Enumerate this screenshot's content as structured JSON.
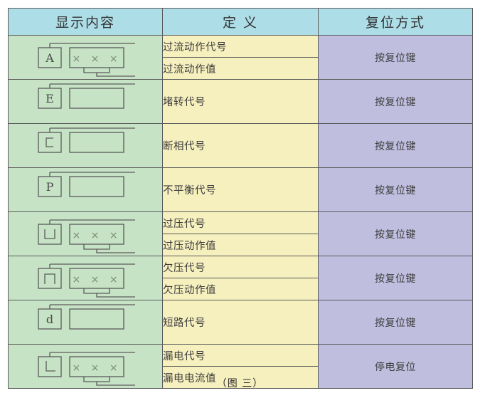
{
  "table": {
    "headers": [
      "显示内容",
      "定 义",
      "复位方式"
    ],
    "rows": [
      {
        "display": {
          "code_char": "A",
          "has_value_box": true,
          "value_text": "× × ×"
        },
        "definitions": [
          "过流动作代号",
          "过流动作值"
        ],
        "reset": "按复位键"
      },
      {
        "display": {
          "code_char": "E",
          "has_value_box": true,
          "value_text": ""
        },
        "definitions": [
          "堵转代号"
        ],
        "reset": "按复位键"
      },
      {
        "display": {
          "code_char": "⊏",
          "has_value_box": true,
          "value_text": ""
        },
        "definitions": [
          "断相代号"
        ],
        "reset": "按复位键"
      },
      {
        "display": {
          "code_char": "P",
          "has_value_box": true,
          "value_text": ""
        },
        "definitions": [
          "不平衡代号"
        ],
        "reset": "按复位键"
      },
      {
        "display": {
          "code_char": "⊔",
          "has_value_box": true,
          "value_text": "× × ×"
        },
        "definitions": [
          "过压代号",
          "过压动作值"
        ],
        "reset": "按复位键"
      },
      {
        "display": {
          "code_char": "⊓",
          "has_value_box": true,
          "value_text": "× × ×"
        },
        "definitions": [
          "欠压代号",
          "欠压动作值"
        ],
        "reset": "按复位键"
      },
      {
        "display": {
          "code_char": "d",
          "has_value_box": true,
          "value_text": ""
        },
        "definitions": [
          "短路代号"
        ],
        "reset": "按复位键"
      },
      {
        "display": {
          "code_char": "L",
          "has_value_box": true,
          "value_text": "× × ×"
        },
        "definitions": [
          "漏电代号",
          "漏电电流值"
        ],
        "reset": "停电复位"
      }
    ]
  },
  "caption": "（图 三）",
  "colors": {
    "header_bg": "#addee7",
    "display_bg": "#c7e3c6",
    "definition_bg": "#f6efbe",
    "reset_bg": "#c0bedf",
    "border": "#5b5b5b",
    "text": "#3d3d3d"
  }
}
